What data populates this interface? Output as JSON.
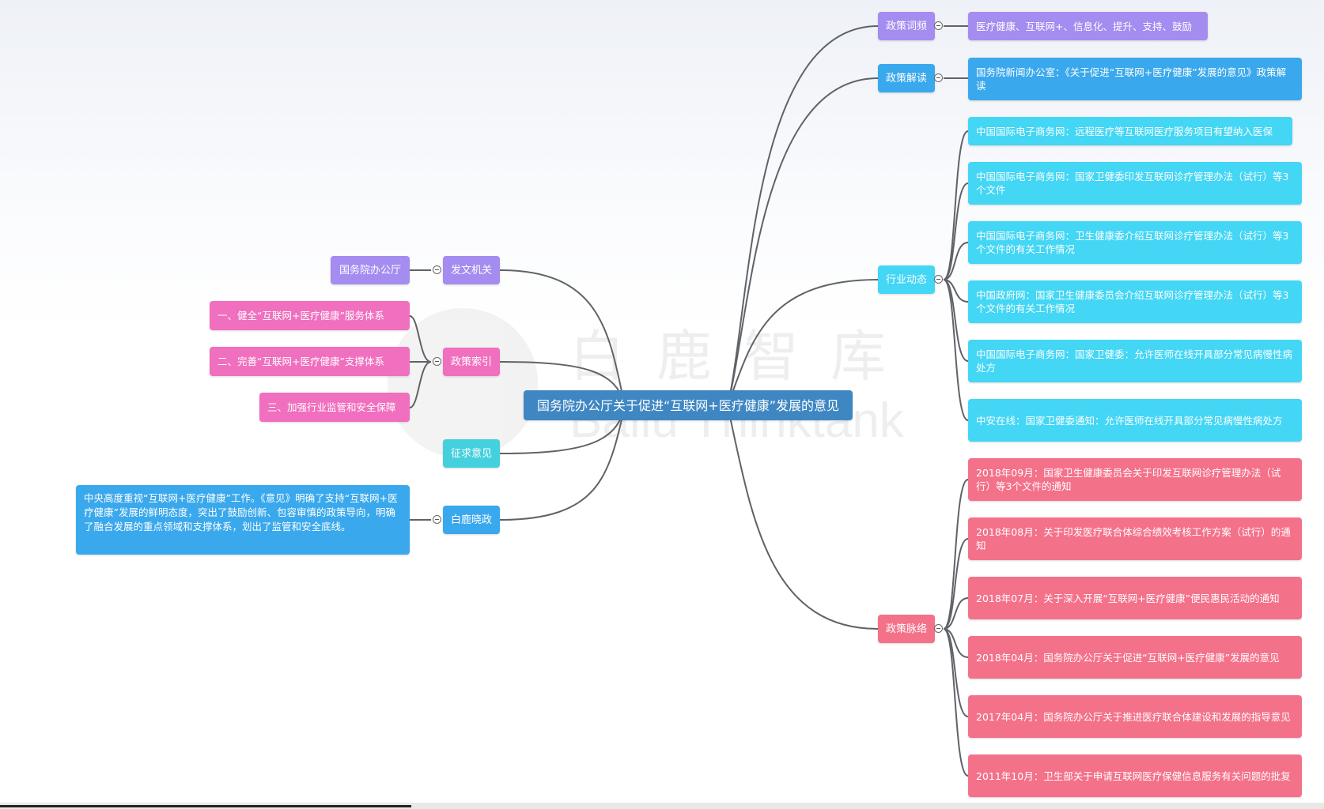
{
  "watermark": {
    "title": "白鹿智库",
    "subtitle": "Bailu Thinktank"
  },
  "center": "国务院办公厅关于促进“互联网+医疗健康”发展的意见",
  "left": {
    "issuer": {
      "label": "发文机关",
      "children": [
        "国务院办公厅"
      ]
    },
    "index": {
      "label": "政策索引",
      "children": [
        "一、健全“互联网+医疗健康”服务体系",
        "二、完善“互联网+医疗健康”支撑体系",
        "三、加强行业监管和安全保障"
      ]
    },
    "feedback": {
      "label": "征求意见"
    },
    "bailu": {
      "label": "白鹿晓政",
      "children": [
        "中央高度重视“互联网+医疗健康”工作。《意见》明确了支持“互联网+医疗健康”发展的鲜明态度，突出了鼓励创新、包容审慎的政策导向，明确了融合发展的重点领域和支撑体系，划出了监管和安全底线。"
      ]
    }
  },
  "right": {
    "keywords": {
      "label": "政策词频",
      "children": [
        "医疗健康、互联网+、信息化、提升、支持、鼓励"
      ]
    },
    "interpret": {
      "label": "政策解读",
      "children": [
        "国务院新闻办公室：《关于促进“互联网+医疗健康”发展的意见》政策解读"
      ]
    },
    "industry": {
      "label": "行业动态",
      "children": [
        "中国国际电子商务网：远程医疗等互联网医疗服务项目有望纳入医保",
        "中国国际电子商务网：国家卫健委印发互联网诊疗管理办法（试行）等3个文件",
        "中国国际电子商务网：卫生健康委介绍互联网诊疗管理办法（试行）等3个文件的有关工作情况",
        "中国政府网：国家卫生健康委员会介绍互联网诊疗管理办法（试行）等3个文件的有关工作情况",
        "中国国际电子商务网：国家卫健委：允许医师在线开具部分常见病慢性病处方",
        "中安在线：国家卫健委通知：允许医师在线开具部分常见病慢性病处方"
      ]
    },
    "timeline": {
      "label": "政策脉络",
      "children": [
        "2018年09月：国家卫生健康委员会关于印发互联网诊疗管理办法（试行）等3个文件的通知",
        "2018年08月：关于印发医疗联合体综合绩效考核工作方案（试行）的通知",
        "2018年07月：关于深入开展“互联网+医疗健康”便民惠民活动的通知",
        "2018年04月：国务院办公厅关于促进“互联网+医疗健康”发展的意见",
        "2017年04月：国务院办公厅关于推进医疗联合体建设和发展的指导意见",
        "2011年10月：卫生部关于申请互联网医疗保健信息服务有关问题的批复"
      ]
    }
  },
  "colors": {
    "center": "#3f87c2",
    "purple": "#a48cf0",
    "blue": "#3aa8ec",
    "cyan": "#43d6f5",
    "teal": "#45d0dd",
    "pink": "#f06fbe",
    "red": "#f4718a",
    "line": "#5f6368"
  }
}
